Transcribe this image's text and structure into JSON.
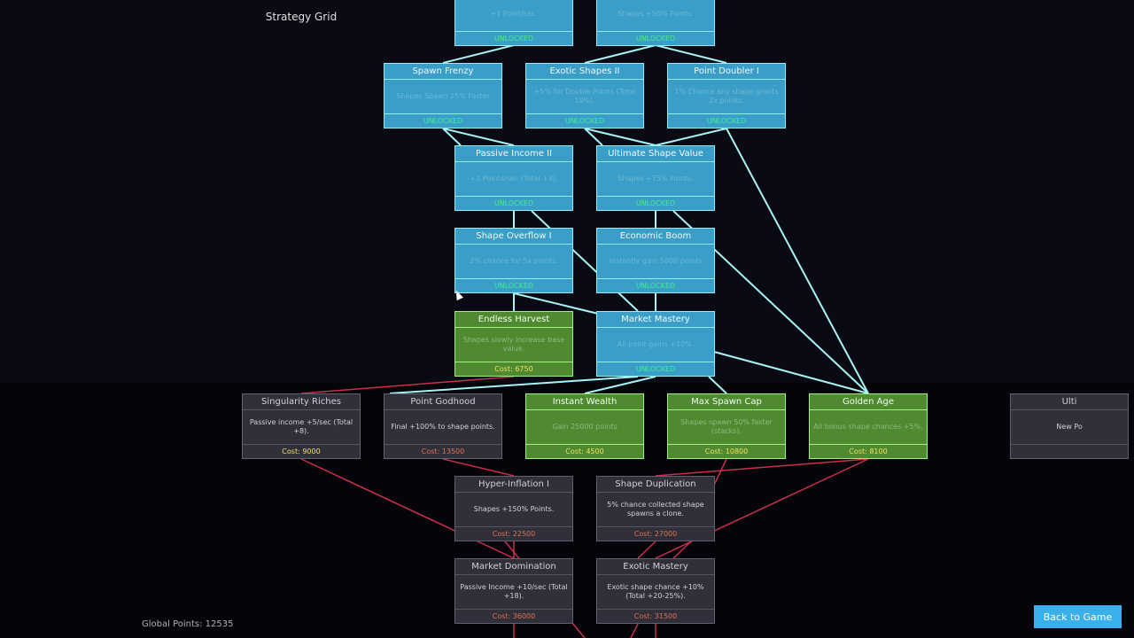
{
  "title": "Strategy Grid",
  "global_points_label": "Global Points: 12535",
  "back_button": "Back to Game",
  "nodes": [
    {
      "name": "",
      "desc": "+1 Point/sec.",
      "footer": "UNLOCKED",
      "state": "unlocked"
    },
    {
      "name": "",
      "desc": "Shapes +50% Points.",
      "footer": "UNLOCKED",
      "state": "unlocked"
    },
    {
      "name": "Spawn Frenzy",
      "desc": "Shapes Spawn 25% Faster",
      "footer": "UNLOCKED",
      "state": "unlocked"
    },
    {
      "name": "Exotic Shapes II",
      "desc": "+5% for Double Points (Total 10%).",
      "footer": "UNLOCKED",
      "state": "unlocked"
    },
    {
      "name": "Point Doubler I",
      "desc": "1% Chance any shape grants 2x points.",
      "footer": "UNLOCKED",
      "state": "unlocked"
    },
    {
      "name": "Passive Income II",
      "desc": "+2 Points/sec (Total +3).",
      "footer": "UNLOCKED",
      "state": "unlocked"
    },
    {
      "name": "Ultimate Shape Value",
      "desc": "Shapes +75% Points.",
      "footer": "UNLOCKED",
      "state": "unlocked"
    },
    {
      "name": "Shape Overflow I",
      "desc": "2% chance for 5x points.",
      "footer": "UNLOCKED",
      "state": "unlocked"
    },
    {
      "name": "Economic Boom",
      "desc": "Instantly gain 5000 points",
      "footer": "UNLOCKED",
      "state": "unlocked"
    },
    {
      "name": "Endless Harvest",
      "desc": "Shapes slowly increase base value.",
      "footer": "Cost: 6750",
      "state": "avail"
    },
    {
      "name": "Market Mastery",
      "desc": "All point gains +10%.",
      "footer": "UNLOCKED",
      "state": "unlocked"
    },
    {
      "name": "Singularity Riches",
      "desc": "Passive income +5/sec (Total +8).",
      "footer": "Cost: 9000",
      "state": "locked afford"
    },
    {
      "name": "Point Godhood",
      "desc": "Final +100% to shape points.",
      "footer": "Cost: 13500",
      "state": "locked"
    },
    {
      "name": "Instant Wealth",
      "desc": "Gain 25000 points",
      "footer": "Cost: 4500",
      "state": "avail"
    },
    {
      "name": "Max Spawn Cap",
      "desc": "Shapes spawn 50% faster (stacks).",
      "footer": "Cost: 10800",
      "state": "avail"
    },
    {
      "name": "Golden Age",
      "desc": "All bonus shape chances +5%.",
      "footer": "Cost: 8100",
      "state": "avail"
    },
    {
      "name": "Ulti",
      "desc": "New Po",
      "footer": "",
      "state": "locked"
    },
    {
      "name": "Hyper-Inflation I",
      "desc": "Shapes +150% Points.",
      "footer": "Cost: 22500",
      "state": "locked"
    },
    {
      "name": "Shape Duplication",
      "desc": "5% chance collected shape spawns a clone.",
      "footer": "Cost: 27000",
      "state": "locked"
    },
    {
      "name": "Market Domination",
      "desc": "Passive Income +10/sec (Total +18).",
      "footer": "Cost: 36000",
      "state": "locked"
    },
    {
      "name": "Exotic Mastery",
      "desc": "Exotic shape chance +10% (Total +20-25%).",
      "footer": "Cost: 31500",
      "state": "locked"
    }
  ]
}
